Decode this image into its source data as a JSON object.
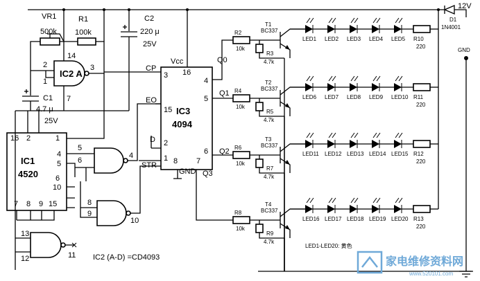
{
  "supply": {
    "voltage": "12V",
    "ground": "GND",
    "d1": "D1",
    "d1_part": "1N4001",
    "vcc_out": "25V"
  },
  "vr1": {
    "name": "VR1",
    "value": "500k"
  },
  "r1": {
    "name": "R1",
    "value": "100k"
  },
  "c1": {
    "name": "C1",
    "value": "4.7 μ"
  },
  "c2": {
    "name": "C2",
    "value": "220 μ",
    "voltage": "25V"
  },
  "ic2a": {
    "name": "IC2 A",
    "pins": [
      "14",
      "2",
      "1",
      "3",
      "7"
    ]
  },
  "ic1": {
    "name": "IC1",
    "part": "4520",
    "pins": [
      "16",
      "2",
      "1",
      "4",
      "5",
      "6",
      "10",
      "7",
      "8",
      "9",
      "15"
    ]
  },
  "ic3": {
    "name": "IC3",
    "part": "4094",
    "pins": [
      "16",
      "3",
      "15",
      "2",
      "1",
      "8",
      "7",
      "6",
      "5",
      "4"
    ],
    "labels": [
      "Vcc",
      "CP",
      "EO",
      "D",
      "STR",
      "GND",
      "Q0",
      "Q1",
      "Q2",
      "Q3"
    ]
  },
  "gates": {
    "g1_pins": [
      "5",
      "6",
      "4"
    ],
    "g2_pins": [
      "8",
      "9",
      "10"
    ],
    "g3_pins": [
      "13",
      "12",
      "11"
    ]
  },
  "note_ic2": "IC2 (A-D) =CD4093",
  "note_led": "LED1-LED20: 黄色",
  "channels": [
    {
      "transistor": "T1",
      "part": "BC337",
      "rb": "R2",
      "rb_val": "10k",
      "re": "R3",
      "re_val": "4.7k",
      "rc": "R10",
      "rc_val": "220",
      "leds": [
        "LED1",
        "LED2",
        "LED3",
        "LED4",
        "LED5"
      ]
    },
    {
      "transistor": "T2",
      "part": "BC337",
      "rb": "R4",
      "rb_val": "10k",
      "re": "R5",
      "re_val": "4.7k",
      "rc": "R11",
      "rc_val": "220",
      "leds": [
        "LED6",
        "LED7",
        "LED8",
        "LED9",
        "LED10"
      ]
    },
    {
      "transistor": "T3",
      "part": "BC337",
      "rb": "R6",
      "rb_val": "10k",
      "re": "R7",
      "re_val": "4.7k",
      "rc": "R12",
      "rc_val": "220",
      "leds": [
        "LED11",
        "LED12",
        "LED13",
        "LED14",
        "LED15"
      ]
    },
    {
      "transistor": "T4",
      "part": "BC337",
      "rb": "R8",
      "rb_val": "10k",
      "re": "R9",
      "re_val": "4.7k",
      "rc": "R13",
      "rc_val": "220",
      "leds": [
        "LED16",
        "LED17",
        "LED18",
        "LED19",
        "LED20"
      ]
    }
  ],
  "watermark": {
    "text": "家电维修资料网",
    "url": "www.520101.com"
  }
}
